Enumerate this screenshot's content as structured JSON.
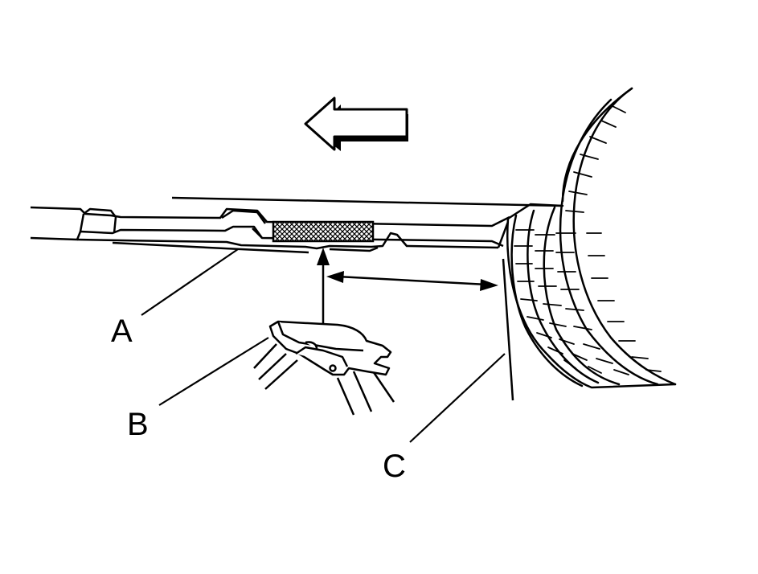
{
  "callouts": {
    "a": "A",
    "b": "B",
    "c": "C"
  },
  "icons": [
    "direction-arrow-icon",
    "dimension-arrow-icon",
    "lift-arrow-icon"
  ],
  "colors": {
    "ink": "#000000",
    "background": "#ffffff"
  }
}
